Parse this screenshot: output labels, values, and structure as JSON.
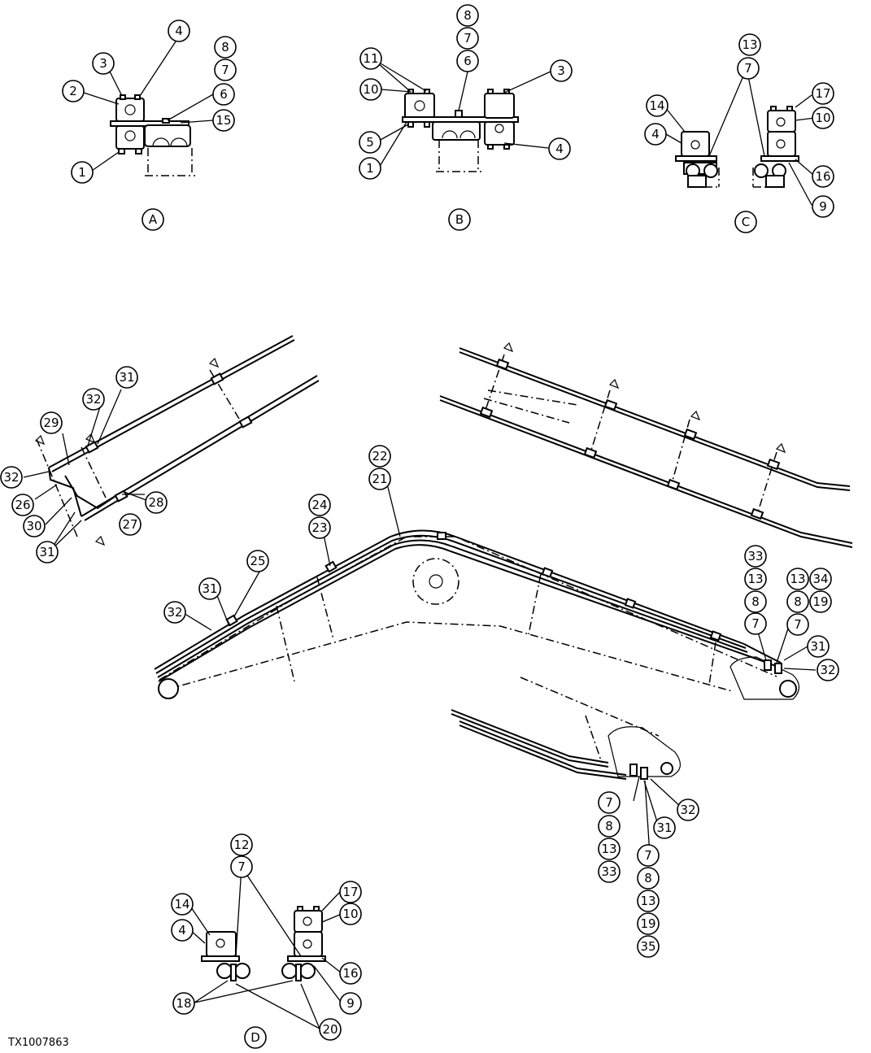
{
  "drawing_id": "TX1007863",
  "views": [
    {
      "id": "a",
      "label": "A"
    },
    {
      "id": "b",
      "label": "B"
    },
    {
      "id": "c",
      "label": "C"
    },
    {
      "id": "d",
      "label": "D"
    }
  ],
  "callouts": {
    "a": [
      "1",
      "2",
      "3",
      "4",
      "6",
      "7",
      "8",
      "15"
    ],
    "b": [
      "1",
      "3",
      "4",
      "5",
      "6",
      "7",
      "8",
      "10",
      "11"
    ],
    "c": [
      "4",
      "7",
      "9",
      "10",
      "13",
      "14",
      "16",
      "17"
    ],
    "d": [
      "4",
      "7",
      "9",
      "10",
      "12",
      "14",
      "16",
      "17",
      "18",
      "20"
    ],
    "boom_detail": [
      "26",
      "27",
      "28",
      "29",
      "30",
      "31",
      "31",
      "32",
      "32"
    ],
    "boom": [
      "21",
      "22",
      "23",
      "24",
      "25",
      "31",
      "31",
      "32",
      "32",
      "33",
      "13",
      "8",
      "7",
      "13",
      "34",
      "8",
      "19",
      "7"
    ],
    "arm_end": [
      "7",
      "8",
      "13",
      "33",
      "7",
      "8",
      "13",
      "19",
      "35",
      "31",
      "32"
    ]
  }
}
